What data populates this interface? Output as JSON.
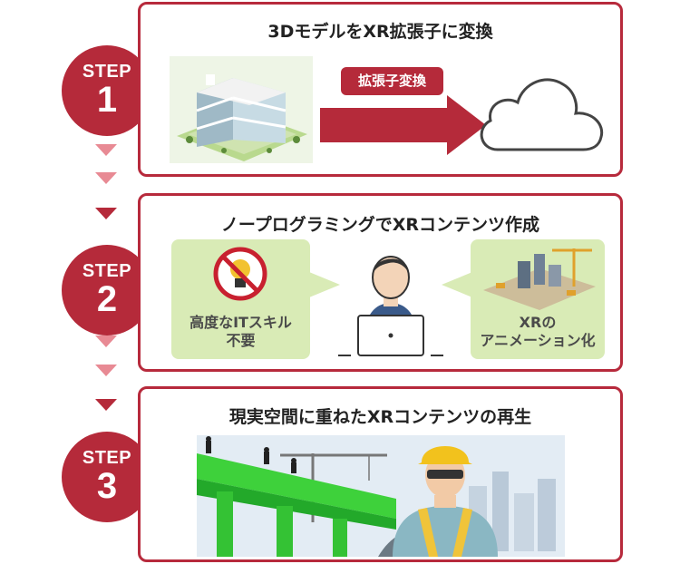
{
  "steps": [
    {
      "label": "STEP",
      "number": "1"
    },
    {
      "label": "STEP",
      "number": "2"
    },
    {
      "label": "STEP",
      "number": "3"
    }
  ],
  "panel1": {
    "title": "3DモデルをXR拡張子に変換",
    "badge": "拡張子変換"
  },
  "panel2": {
    "title": "ノープログラミングでXRコンテンツ作成",
    "left_line1": "高度なITスキル",
    "left_line2": "不要",
    "right_line1": "XRの",
    "right_line2": "アニメーション化"
  },
  "panel3": {
    "title": "現実空間に重ねたXRコンテンツの再生"
  },
  "colors": {
    "accent": "#b52a3a",
    "accent_light": "#e88a94",
    "green_bg": "#d9ebb6"
  },
  "icons": [
    "building-model-image",
    "arrow-icon",
    "cloud-icon",
    "no-bulb-icon",
    "person-laptop-illustration",
    "construction-site-image",
    "bridge-worker-image"
  ]
}
